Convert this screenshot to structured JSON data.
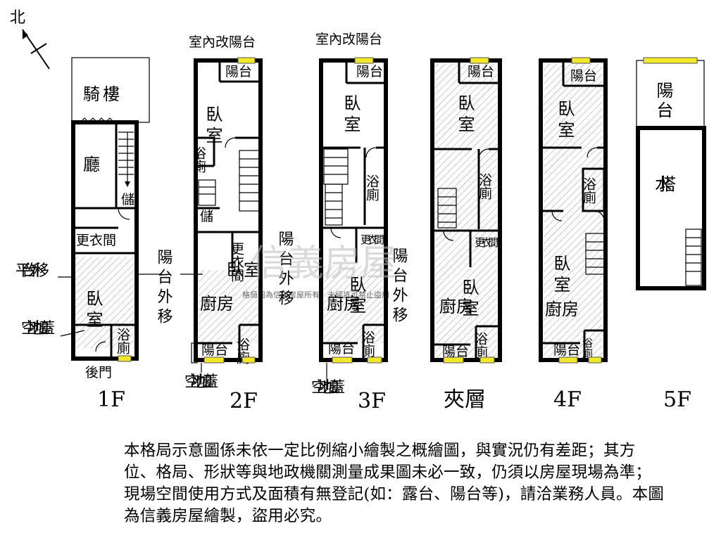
{
  "compass": {
    "label": "北",
    "icon": "north-arrow-icon"
  },
  "floors": [
    {
      "id": "1f",
      "label": "1F",
      "rooms": {
        "arcade": "騎樓",
        "hall": "廳",
        "storage": "儲",
        "closet": "更衣間",
        "bedroom": "臥室",
        "bath": "浴廁",
        "back_door": "後門"
      },
      "annotations": {
        "platform": "平台外移",
        "open_space": "空地加蓋"
      }
    },
    {
      "id": "2f",
      "label": "2F",
      "rooms": {
        "balcony_front": "陽台",
        "bedroom": "臥室",
        "bath_upper": "浴廁",
        "storage": "儲",
        "closet": "更衣間",
        "bedroom_rear": "臥室",
        "kitchen": "廚房",
        "bath_rear": "浴廁",
        "balcony_rear": "陽台"
      },
      "annotations": {
        "balcony_indoor": "室內改陽台",
        "balcony_shift": "陽台外移",
        "open_space": "空地加蓋"
      }
    },
    {
      "id": "3f",
      "label": "3F",
      "rooms": {
        "balcony_front": "陽台",
        "bedroom": "臥室",
        "bath_mid": "浴廁",
        "closet": "更衣間",
        "bedroom_rear": "臥室",
        "kitchen": "廚房",
        "bath_rear": "浴廁",
        "balcony_rear": "陽台"
      },
      "annotations": {
        "balcony_indoor": "室內改陽台",
        "balcony_shift": "陽台外移",
        "open_space": "空地加蓋"
      }
    },
    {
      "id": "mezz",
      "label": "夾層",
      "rooms": {
        "balcony_front": "陽台",
        "bedroom": "臥室",
        "bath_mid": "浴廁",
        "closet": "更衣間",
        "bedroom_rear": "臥室",
        "kitchen": "廚房",
        "bath_rear": "浴廁",
        "balcony_rear": "陽台"
      }
    },
    {
      "id": "4f",
      "label": "4F",
      "rooms": {
        "balcony_front": "陽台",
        "bedroom": "臥室",
        "bath_mid": "浴廁",
        "bedroom_rear": "臥室",
        "kitchen": "廚房",
        "bath_rear": "浴廁",
        "balcony_rear": "陽台"
      }
    },
    {
      "id": "5f",
      "label": "5F",
      "rooms": {
        "balcony": "陽台",
        "water_tower": "水塔"
      }
    }
  ],
  "watermark": {
    "brand": "信義房屋",
    "caption": "格局圖為信義房屋所有，未經許可禁止盜用"
  },
  "disclaimer": "本格局示意圖係未依一定比例縮小繪製之概繪圖，與實況仍有差距；其方位、格局、形狀等與地政機關測量成果圖未必一致，仍須以房屋現場為準；現場空間使用方式及面積有無登記(如：露台、陽台等)，請洽業務人員。本圖為信義房屋繪製，盜用必究。",
  "colors": {
    "wall": "#000000",
    "window": "#f2e82a",
    "watermark": "#b9bcc2"
  }
}
